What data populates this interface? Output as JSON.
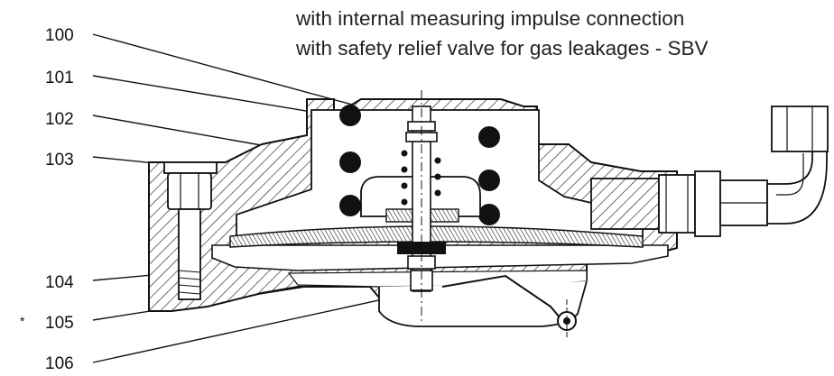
{
  "captions": {
    "line1": "with internal measuring impulse connection",
    "line2": "with safety relief valve for gas leakages - SBV"
  },
  "labels": [
    {
      "id": "100",
      "text": "100"
    },
    {
      "id": "101",
      "text": "101"
    },
    {
      "id": "102",
      "text": "102"
    },
    {
      "id": "103",
      "text": "103"
    },
    {
      "id": "104",
      "text": "104"
    },
    {
      "id": "105",
      "text": "105",
      "marker": "*"
    },
    {
      "id": "106",
      "text": "106"
    }
  ]
}
